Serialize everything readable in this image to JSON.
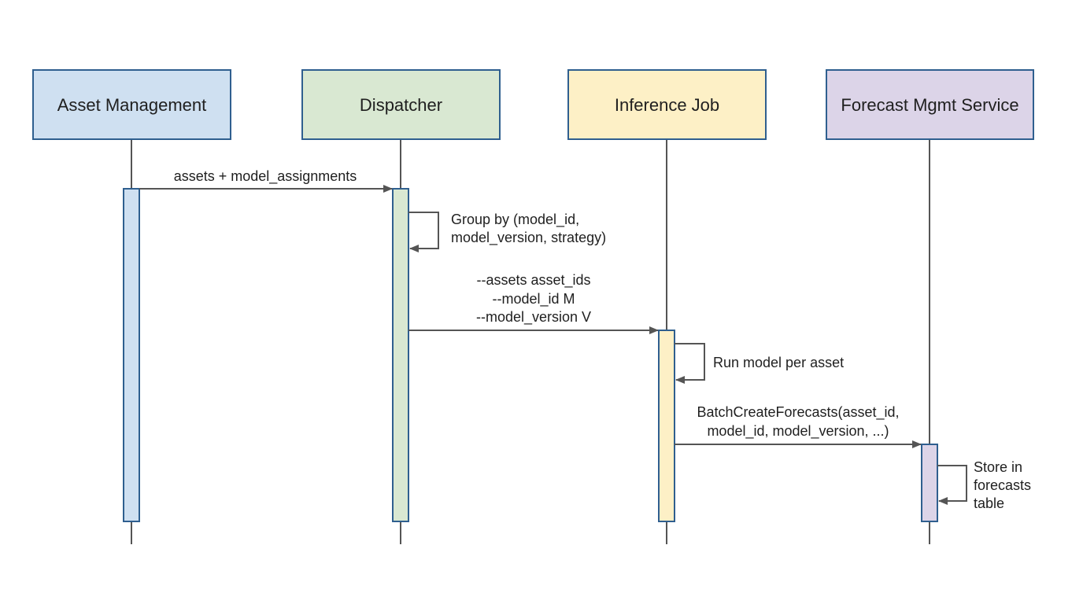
{
  "participants": [
    {
      "id": "asset_management",
      "label": "Asset Management",
      "fill": "#cfe0f1",
      "stroke": "#2f5f8f"
    },
    {
      "id": "dispatcher",
      "label": "Dispatcher",
      "fill": "#d9e8d2",
      "stroke": "#2f5f8f"
    },
    {
      "id": "inference_job",
      "label": "Inference Job",
      "fill": "#fdf0c6",
      "stroke": "#2f5f8f"
    },
    {
      "id": "forecast_mgmt",
      "label": "Forecast Mgmt Service",
      "fill": "#dcd4e8",
      "stroke": "#2f5f8f"
    }
  ],
  "messages": [
    {
      "id": "assets_assignments",
      "from": "asset_management",
      "to": "dispatcher",
      "lines": [
        "assets + model_assignments"
      ]
    },
    {
      "id": "group_by",
      "self": "dispatcher",
      "lines": [
        "Group by (model_id,",
        "model_version, strategy)"
      ]
    },
    {
      "id": "cli_args",
      "from": "dispatcher",
      "to": "inference_job",
      "lines": [
        "--assets asset_ids",
        "--model_id M",
        "--model_version V"
      ]
    },
    {
      "id": "run_model",
      "self": "inference_job",
      "lines": [
        "Run model per asset"
      ]
    },
    {
      "id": "batch_create",
      "from": "inference_job",
      "to": "forecast_mgmt",
      "lines": [
        "BatchCreateForecasts(asset_id,",
        "model_id, model_version, ...)"
      ]
    },
    {
      "id": "store_table",
      "self": "forecast_mgmt",
      "lines": [
        "Store in",
        "forecasts",
        "table"
      ]
    }
  ],
  "colors": {
    "lifeline": "#555555",
    "arrow": "#555555",
    "border": "#2f5f8f"
  }
}
